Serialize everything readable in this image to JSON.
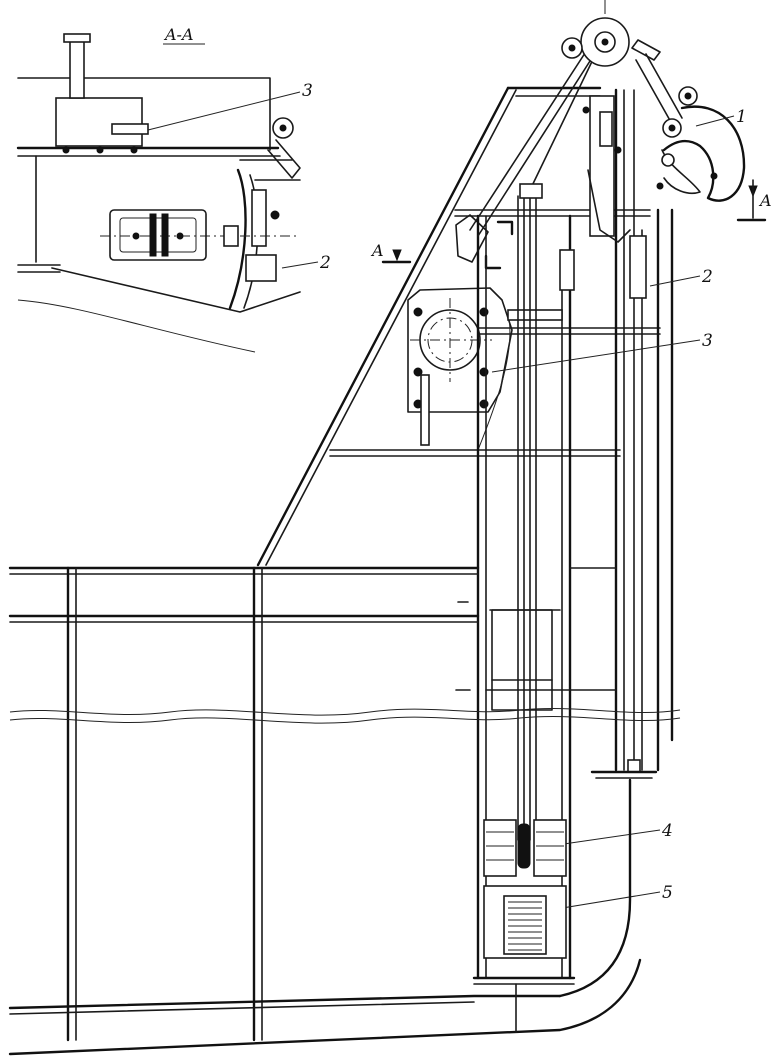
{
  "section_title": "A-A",
  "section_mark_left": "A",
  "section_mark_right": "A",
  "callouts": {
    "detail_1": "1",
    "detail_2": "2",
    "detail_3": "3",
    "detail_4": "4",
    "detail_5": "5",
    "inset_2": "2",
    "inset_3": "3"
  }
}
